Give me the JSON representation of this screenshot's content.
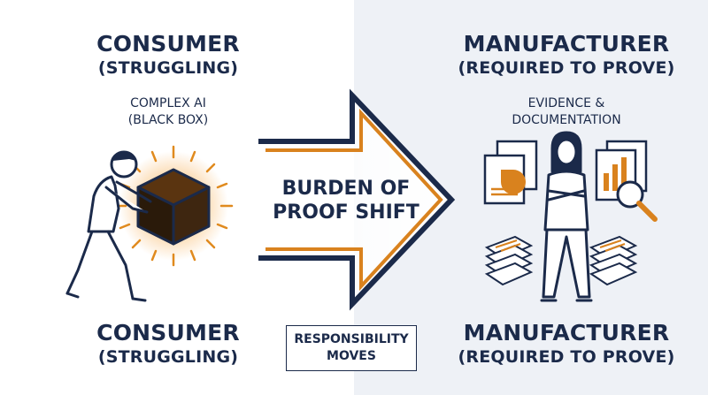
{
  "left": {
    "heading_line1": "CONSUMER",
    "heading_line2": "(STRUGGLING)",
    "sublabel_line1": "COMPLEX AI",
    "sublabel_line2": "(BLACK BOX)",
    "bottom_line1": "CONSUMER",
    "bottom_line2": "(STRUGGLING)",
    "icons": [
      "consumer-figure-icon",
      "glowing-black-box-icon"
    ]
  },
  "center": {
    "arrow_line1": "BURDEN OF",
    "arrow_line2": "PROOF SHIFT",
    "box_line1": "RESPONSIBILITY",
    "box_line2": "MOVES"
  },
  "right": {
    "heading_line1": "MANUFACTURER",
    "heading_line2": "(REQUIRED TO PROVE)",
    "sublabel_line1": "EVIDENCE &",
    "sublabel_line2": "DOCUMENTATION",
    "bottom_line1": "MANUFACTURER",
    "bottom_line2": "(REQUIRED TO PROVE)",
    "icons": [
      "manufacturer-figure-icon",
      "report-document-icon",
      "bar-chart-document-icon",
      "magnifying-glass-icon",
      "document-stack-icon"
    ]
  },
  "colors": {
    "navy": "#1b2a4a",
    "orange": "#d9821e",
    "right_background": "#eef1f6"
  }
}
